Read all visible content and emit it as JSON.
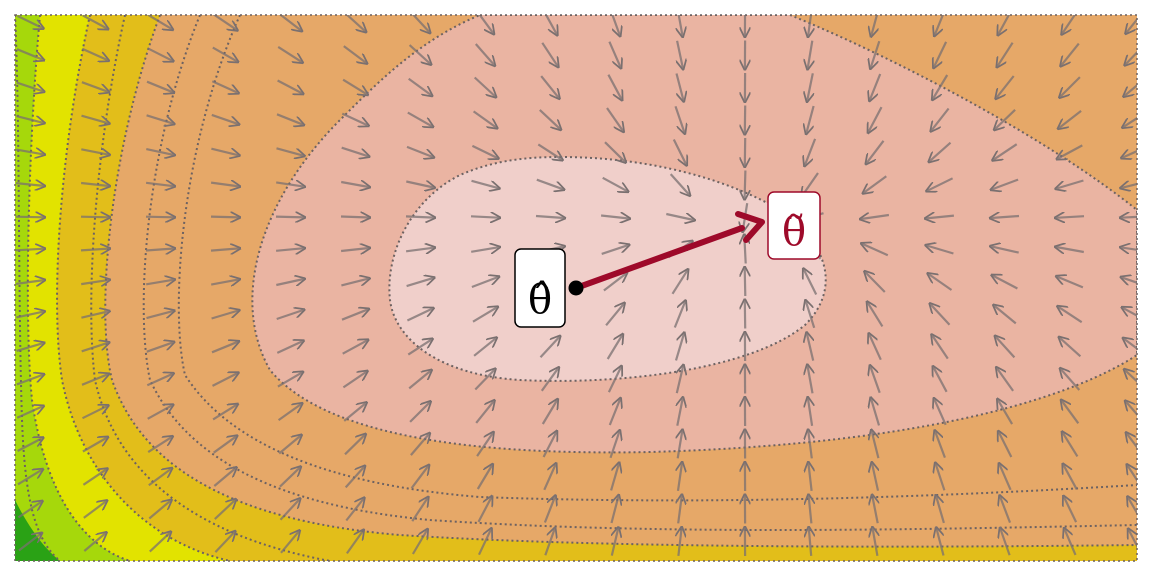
{
  "labels": {
    "theta_hat": "θ̂",
    "theta_tilde": "θ̃"
  },
  "colors": {
    "contour_outer_green": "#2aa215",
    "contour_lime": "#a6d80b",
    "contour_yellow": "#e2e300",
    "contour_gold": "#e2be1a",
    "contour_orange": "#e6a868",
    "contour_salmon": "#eab4a2",
    "contour_inner_pink": "#f0cfca",
    "arrow_grey": "#7a7070",
    "path_crimson": "#9e0a2a",
    "dot_black": "#000000"
  },
  "icons": {
    "start_marker": "filled-circle",
    "end_marker": "arrowhead"
  }
}
